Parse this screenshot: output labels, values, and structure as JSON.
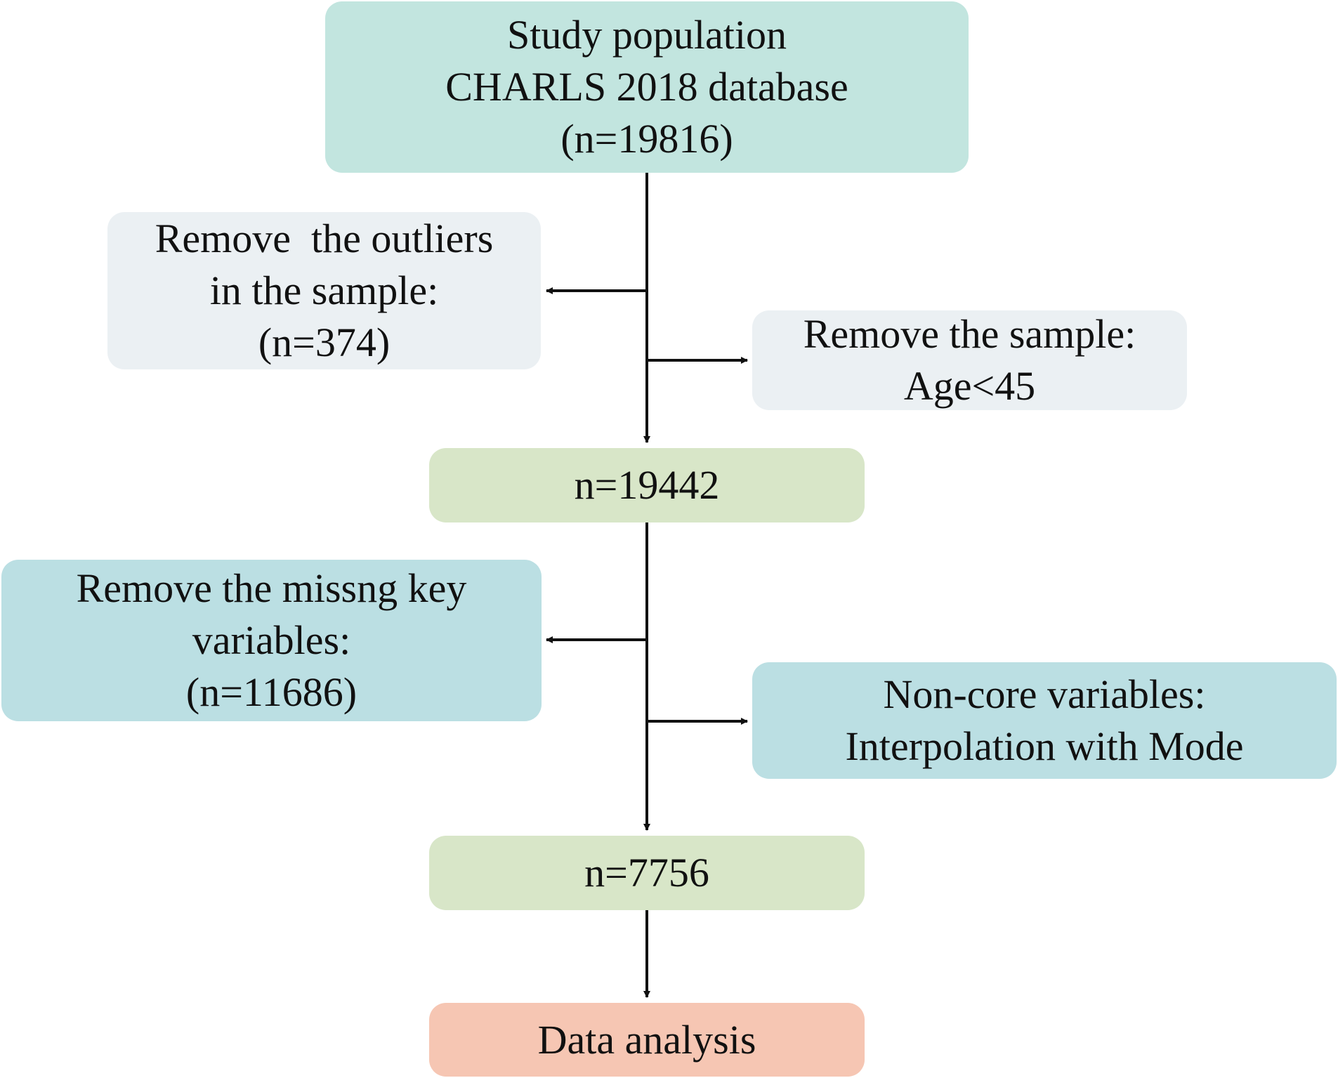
{
  "colors": {
    "teal_light": "#c2e5df",
    "gray_light": "#ebf0f3",
    "green_light": "#d8e6c8",
    "blue_light": "#bbdfe3",
    "salmon": "#f6c6b3",
    "line": "#111111"
  },
  "boxes": {
    "study_population": {
      "lines": [
        "Study population",
        "CHARLS 2018 database",
        "(n=19816)"
      ]
    },
    "remove_outliers": {
      "lines": [
        "Remove  the outliers",
        "in the sample:",
        "(n=374)"
      ]
    },
    "remove_age": {
      "lines": [
        "Remove the sample:",
        "Age<45"
      ]
    },
    "n_19442": {
      "lines": [
        "n=19442"
      ]
    },
    "remove_missing": {
      "lines": [
        "Remove the missng key",
        "variables:",
        "(n=11686)"
      ]
    },
    "non_core": {
      "lines": [
        "Non-core variables:",
        "Interpolation with Mode"
      ]
    },
    "n_7756": {
      "lines": [
        "n=7756"
      ]
    },
    "data_analysis": {
      "lines": [
        "Data analysis"
      ]
    }
  }
}
